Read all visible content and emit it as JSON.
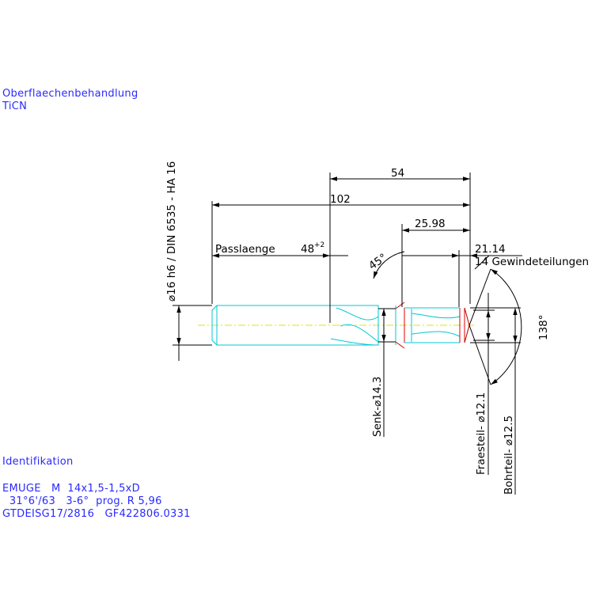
{
  "notes": {
    "surface_heading": "Oberflaechenbehandlung",
    "surface_value": "TiCN",
    "ident_heading": "Identifikation",
    "ident_line1": "EMUGE   M  14x1,5-1,5xD",
    "ident_line2": "  31°6'/63   3-6°  prog. R 5,96",
    "ident_line3": "GTDEISG17/2816   GF422806.0331"
  },
  "dimensions": {
    "shank_label": "⌀16 h6 / DIN 6535 - HA 16",
    "length_54": "54",
    "length_102": "102",
    "length_25_98": "25.98",
    "length_21_14": "21.14",
    "fit_length_label": "Passlaenge",
    "fit_length_value": "48",
    "fit_length_tolerance": "+2",
    "chamfer_angle": "45°",
    "thread_divisions": "14 Gewindeteilungen",
    "point_angle": "138°",
    "countersink_label": "Senk-⌀14.3",
    "milling_label": "Fraesteil- ⌀12.1",
    "drilling_label": "Bohrteil- ⌀12.5"
  },
  "colors": {
    "annotation_text": "#2a2aff",
    "geometry_cyan": "#00c8d0",
    "geometry_red": "#e00000",
    "centerline_yellow": "#e6e600",
    "dimension_black": "#000000"
  }
}
